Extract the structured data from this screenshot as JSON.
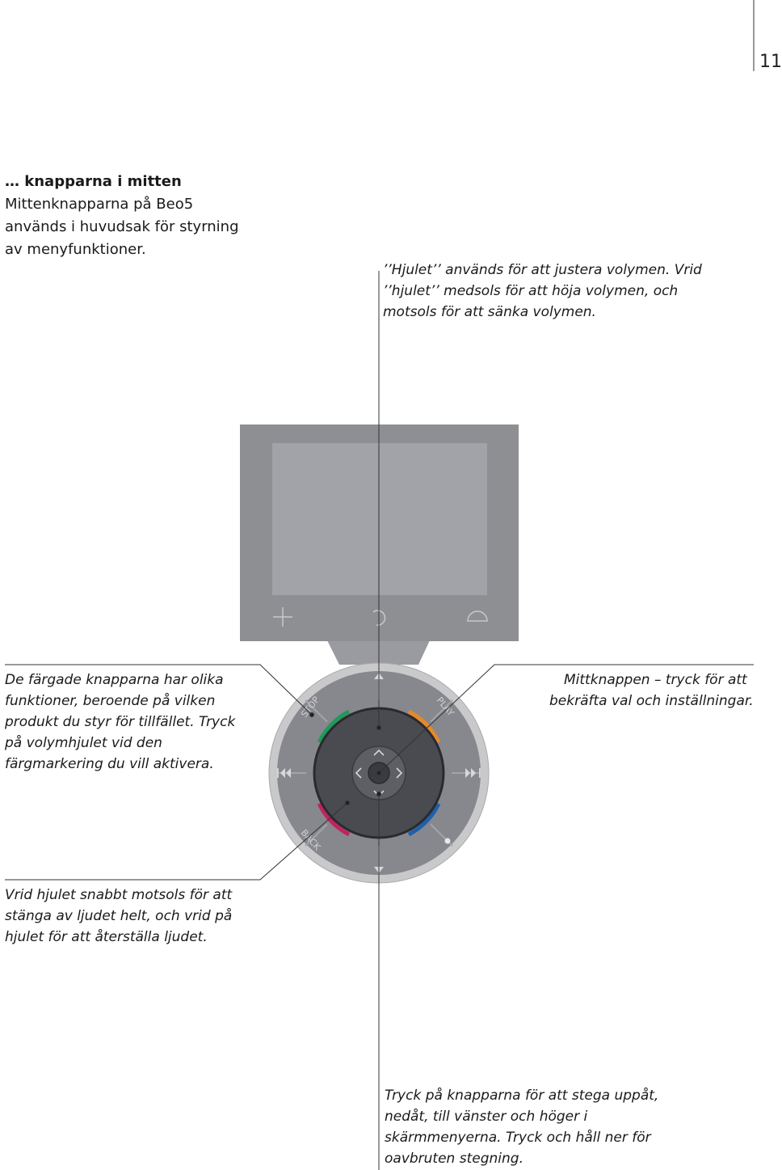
{
  "page": {
    "number": "11"
  },
  "intro": {
    "title": "… knapparna i mitten",
    "lines": [
      "Mittenknapparna på Beo5",
      "används i huvudsak för styrning",
      "av menyfunktioner."
    ]
  },
  "callouts": {
    "wheel": [
      "’’Hjulet’’ används för att justera volymen. Vrid",
      "’’hjulet’’ medsols för att höja volymen, och",
      "motsols för att sänka volymen."
    ],
    "colors": [
      "De färgade knapparna har olika",
      "funktioner, beroende på vilken",
      "produkt du styr för tillfället. Tryck",
      "på volymhjulet vid den",
      "färgmarkering du vill aktivera."
    ],
    "center": [
      "Mittknappen – tryck för att",
      "bekräfta val och inställningar."
    ],
    "mute": [
      "Vrid hjulet snabbt motsols för att",
      "stänga av ljudet helt, och vrid på",
      "hjulet för att återställa ljudet."
    ],
    "arrows": [
      "Tryck på knapparna för att stega uppåt,",
      "nedåt, till vänster och höger i",
      "skärmmenyerna. Tryck och håll ner för",
      "oavbruten stegning."
    ]
  },
  "remote": {
    "wheel_labels": {
      "stop": "STOP",
      "play": "PLAY",
      "back": "BACK"
    },
    "colors": {
      "green": "#1f9a5a",
      "orange": "#e8882a",
      "red": "#c0245e",
      "blue": "#1f5fae"
    },
    "icons": [
      "plus-icon",
      "rotate-icon",
      "dome-icon",
      "rewind-icon",
      "fast-forward-icon",
      "up-triangle-icon",
      "down-triangle-icon",
      "dot-icon",
      "chevron-up-icon",
      "chevron-down-icon",
      "chevron-left-icon",
      "chevron-right-icon"
    ]
  }
}
